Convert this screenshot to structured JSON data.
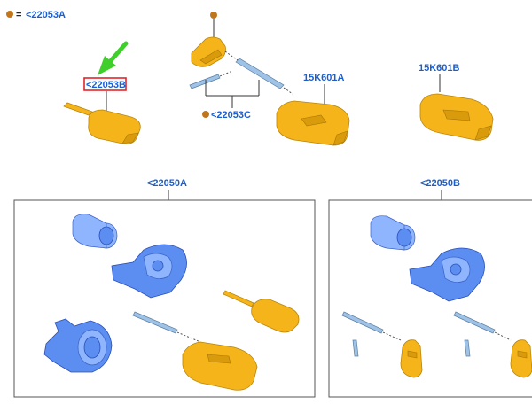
{
  "legend": {
    "marker_color": "#c0761c",
    "equals": "=",
    "code": "<22053A"
  },
  "labels": {
    "key_remote_b": "<22053B",
    "key_blade": "<22053C",
    "fob_a": "15K601A",
    "fob_b": "15K601B",
    "kit_a": "<22050A",
    "kit_b": "<22050B"
  },
  "colors": {
    "callout_text": "#1a5fd1",
    "highlight_box": "#e0262b",
    "arrow": "#3ecf2a",
    "parts_orange": "#f5b41a",
    "parts_blue": "#5b8ef0"
  }
}
